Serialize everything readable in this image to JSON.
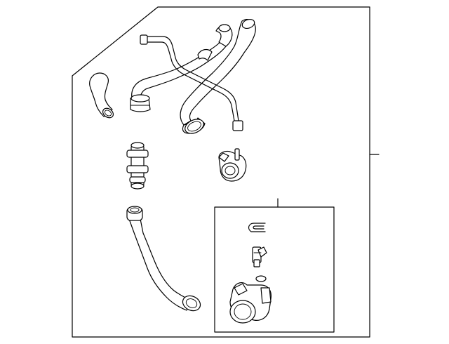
{
  "diagram": {
    "kind": "exploded parts diagram",
    "callouts": [],
    "parts": [
      "upper-coolant-pipe-assembly",
      "small-hose",
      "coupling-connector",
      "thermostat-outlet-flange",
      "lower-coolant-hose",
      "inset-clip",
      "inset-sensor",
      "inset-o-ring",
      "inset-thermostat-housing"
    ]
  }
}
